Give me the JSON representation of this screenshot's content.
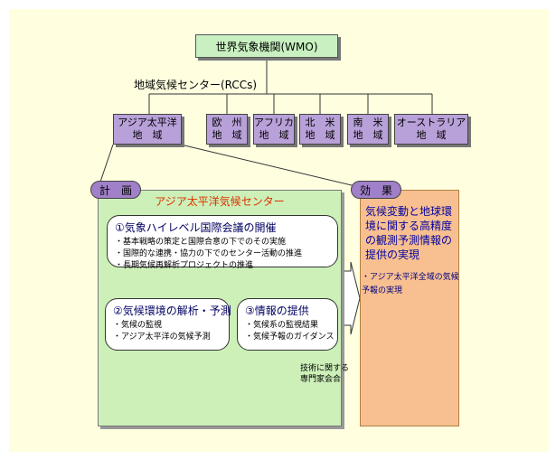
{
  "wmo": "世界気象機関(WMO)",
  "rcc_label": "地域気候センター(RCCs)",
  "regions": [
    {
      "line1": "アジア太平洋",
      "line2": "地　域"
    },
    {
      "line1": "欧　州",
      "line2": "地　域"
    },
    {
      "line1": "アフリカ",
      "line2": "地　域"
    },
    {
      "line1": "北　米",
      "line2": "地　域"
    },
    {
      "line1": "南　米",
      "line2": "地　域"
    },
    {
      "line1": "オーストラリア",
      "line2": "地　域"
    }
  ],
  "plan_tag": "計　画",
  "effect_tag": "効　果",
  "center_title": "アジア太平洋気候センター",
  "bubble1": {
    "title": "①気象ハイレベル国際会議の開催",
    "items": [
      "・基本戦略の策定と国際合意の下でのその実施",
      "・国際的な連携・協力の下でのセンター活動の推進",
      "・長期気候再解析プロジェクトの推進"
    ]
  },
  "bubble2": {
    "title": "②気候環境の解析・予測",
    "items": [
      "・気候の監視",
      "・アジア太平洋の気候予測"
    ]
  },
  "bubble3": {
    "title": "③情報の提供",
    "items": [
      "・気候系の監視結果",
      "・気候予報のガイダンス"
    ]
  },
  "expert": {
    "line1": "技術に関する",
    "line2": "専門家会合"
  },
  "effect_main": "気候変動と地球環境に関する高精度の観測予測情報の提供の実現",
  "effect_sub": "・アジア太平洋全域の気候予報の実現",
  "colors": {
    "background": "#ffffe0",
    "wmo_box": "#c8f0c0",
    "region_box": "#b8a0d8",
    "plan_panel": "#ccf0b8",
    "effect_panel": "#f8c090",
    "center_title": "#e03000"
  }
}
